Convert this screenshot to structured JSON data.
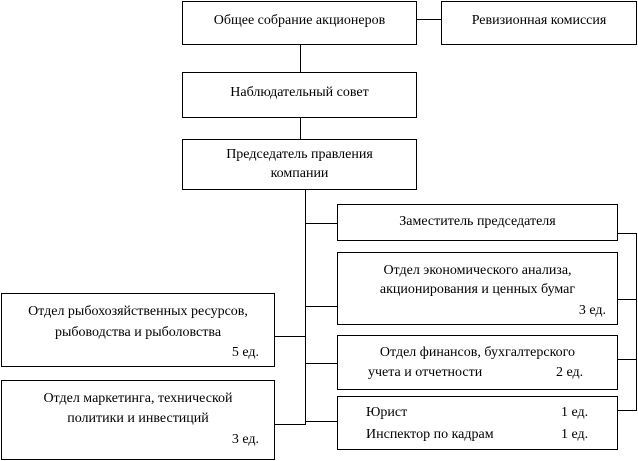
{
  "nodes": {
    "general_meeting": "Общее собрание акционеров",
    "audit_commission": "Ревизионная комиссия",
    "supervisory_board": "Наблюдательный совет",
    "chairman": [
      "Председатель правления",
      "компании"
    ],
    "deputy": "Заместитель председателя",
    "economic_dept": {
      "lines": [
        "Отдел экономического анализа,",
        "акционирования и ценных бумаг"
      ],
      "staff": "3 ед."
    },
    "finance_dept": {
      "lines": [
        "Отдел финансов, бухгалтерского",
        "учета и отчетности"
      ],
      "staff": "2 ед."
    },
    "legal_hr": {
      "lawyer": "Юрист",
      "lawyer_staff": "1 ед.",
      "hr": "Инспектор по кадрам",
      "hr_staff": "1 ед."
    },
    "fishery_dept": {
      "lines": [
        "Отдел рыбохозяйственных ресурсов,",
        "рыбоводства и рыболовства"
      ],
      "staff": "5 ед."
    },
    "marketing_dept": {
      "lines": [
        "Отдел маркетинга, технической",
        "политики и инвестиций"
      ],
      "staff": "3 ед."
    }
  }
}
